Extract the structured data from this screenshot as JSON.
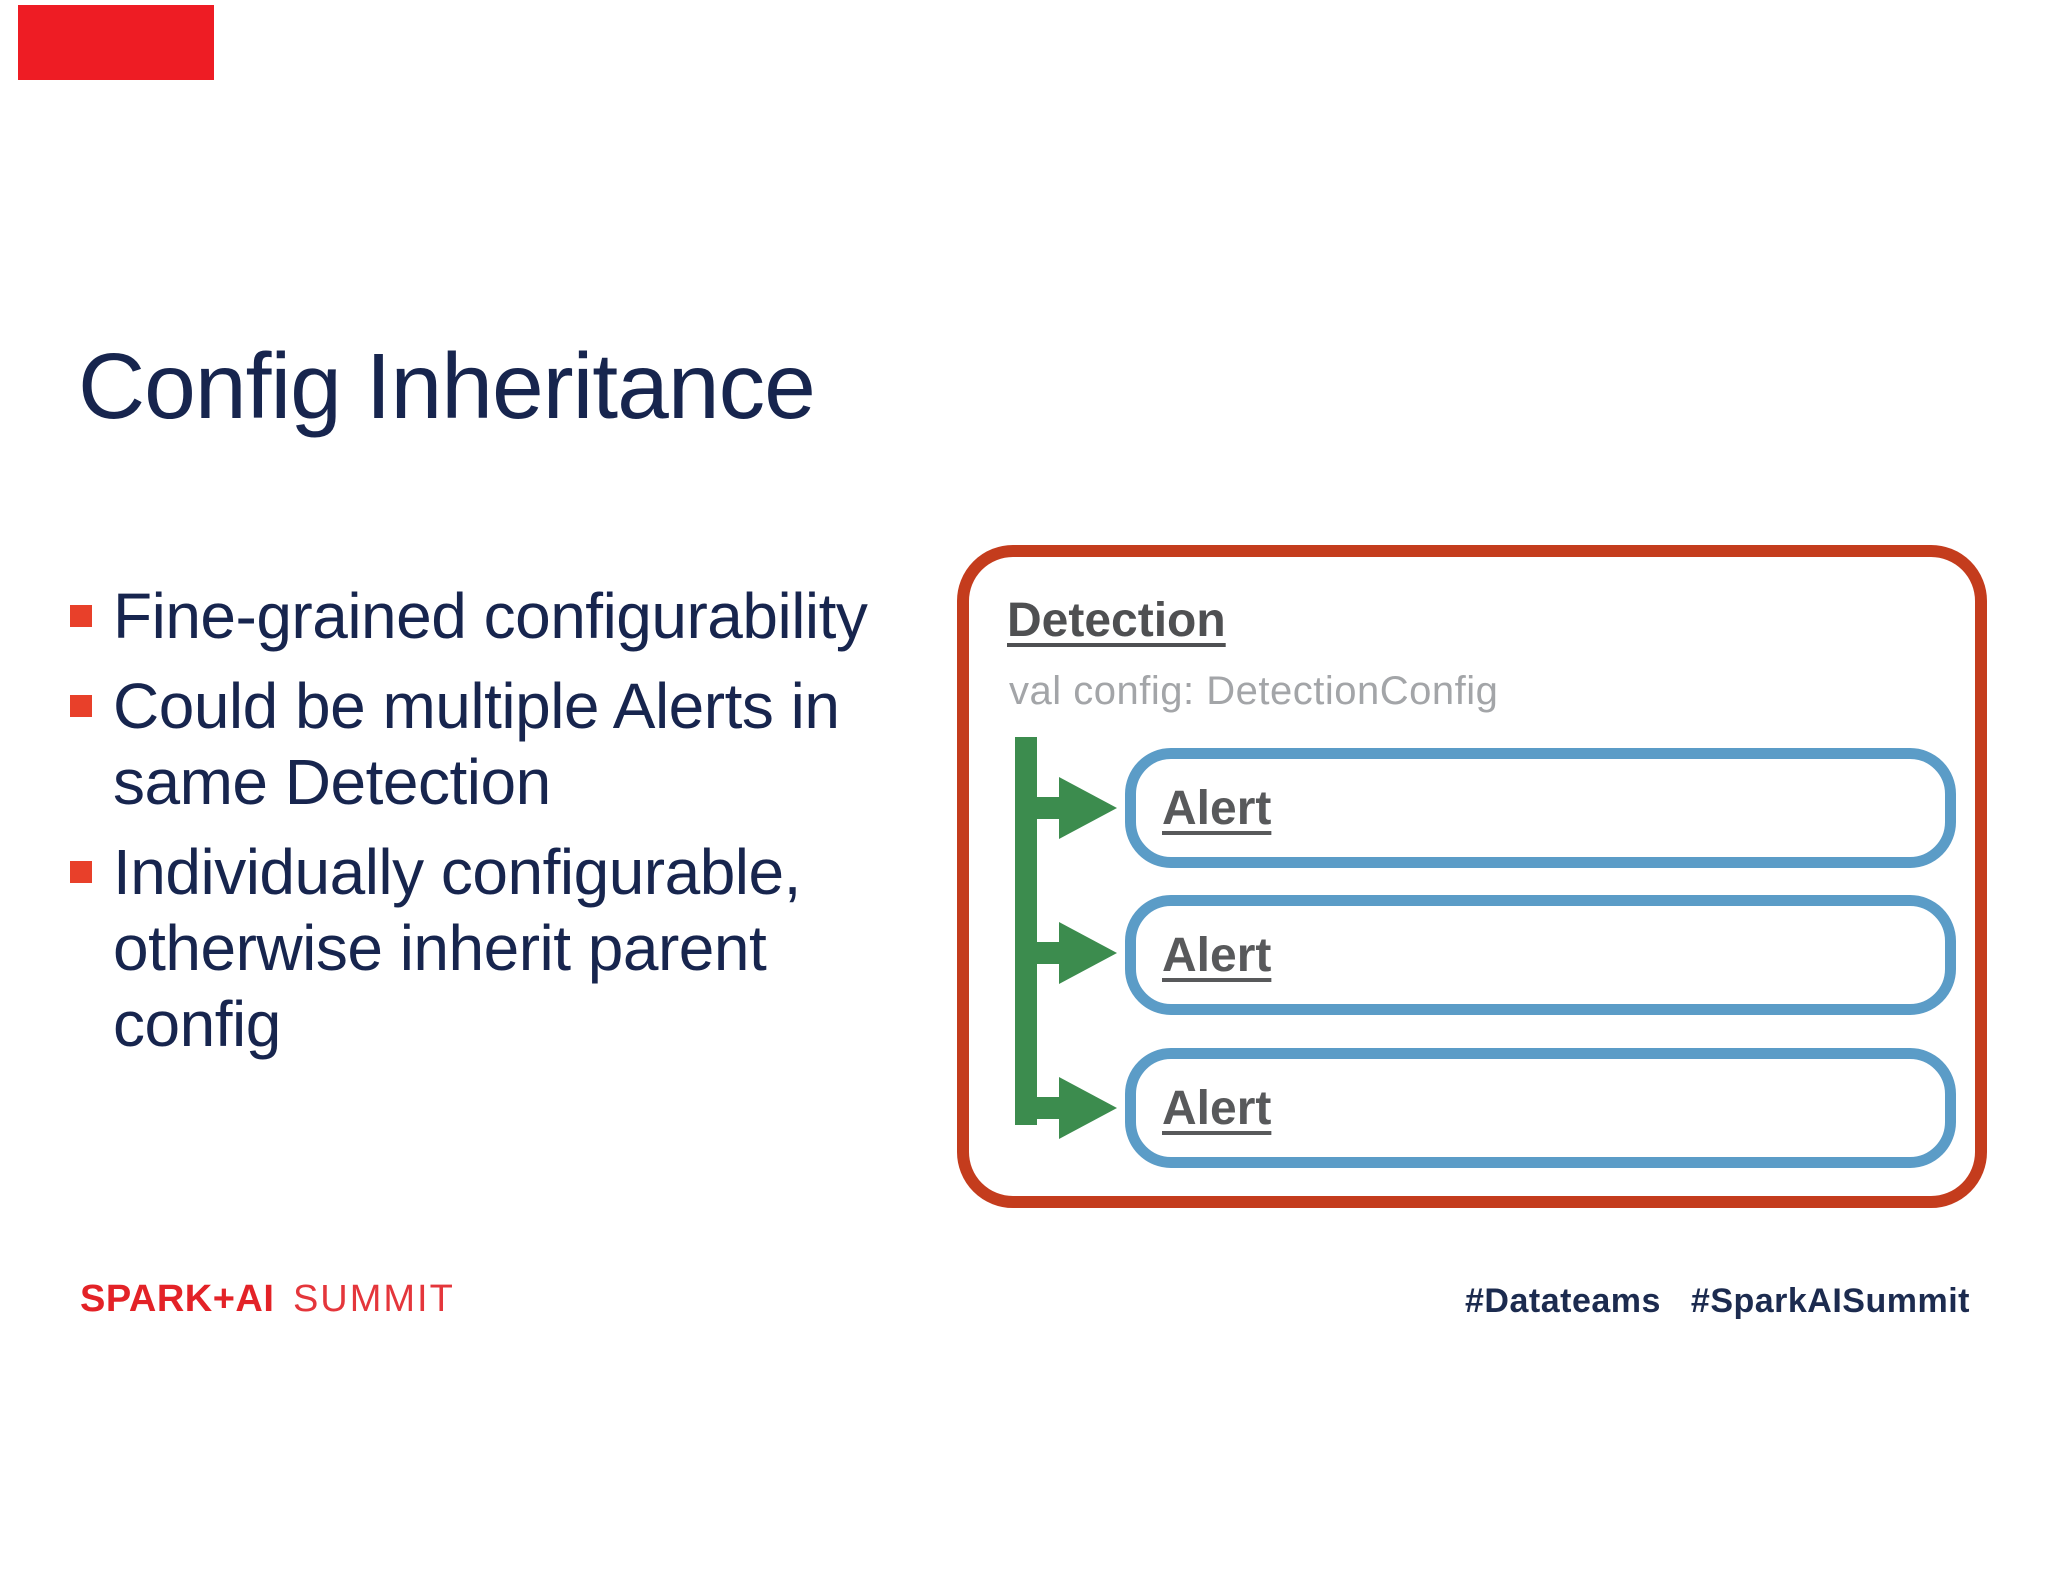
{
  "slide": {
    "title": "Config Inheritance",
    "bullets": [
      "Fine-grained configurability",
      "Could be multiple Alerts in same Detection",
      "Individually configurable, otherwise inherit parent config"
    ]
  },
  "diagram": {
    "container_label": "Detection",
    "container_sub": "val config: DetectionConfig",
    "alerts": [
      "Alert",
      "Alert",
      "Alert"
    ]
  },
  "footer": {
    "logo_primary": "SPARK+AI",
    "logo_secondary": "SUMMIT",
    "hashtags": [
      "#Datateams",
      "#SparkAISummit"
    ]
  },
  "colors": {
    "title_navy": "#17254e",
    "bullet_red": "#e8402a",
    "diagram_orange": "#c43c1d",
    "diagram_green": "#3c8c4e",
    "diagram_blue": "#5b9cc7",
    "label_gray": "#58595b",
    "sub_gray": "#a3a5a8",
    "logo_red": "#e32227",
    "hashtag_navy": "#1c2b4f",
    "corner_red": "#ee1c24"
  }
}
